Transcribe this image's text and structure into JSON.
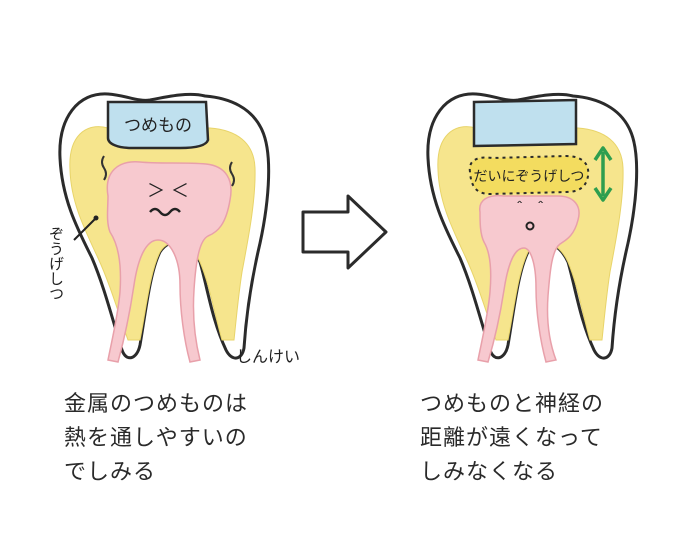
{
  "left_tooth": {
    "filling_label": "つめもの",
    "dentin_label": "ぞうげしつ",
    "nerve_label": "しんけい",
    "face": "＞ ＜"
  },
  "right_tooth": {
    "filling_label": "",
    "secondary_dentin_label": "だいにぞうげしつ",
    "face": "＾ ＾"
  },
  "captions": {
    "left": [
      "金属のつめものは",
      "熱を通しやすいの",
      "でしみる"
    ],
    "right": [
      "つめものと神経の",
      "距離が遠くなって",
      "しみなくなる"
    ]
  },
  "colors": {
    "enamel_outline": "#2b2b2b",
    "dentin": "#f6e58d",
    "pulp": "#f7c9cf",
    "filling": "#bfe0ee",
    "arrow_green": "#2e9e4f"
  }
}
